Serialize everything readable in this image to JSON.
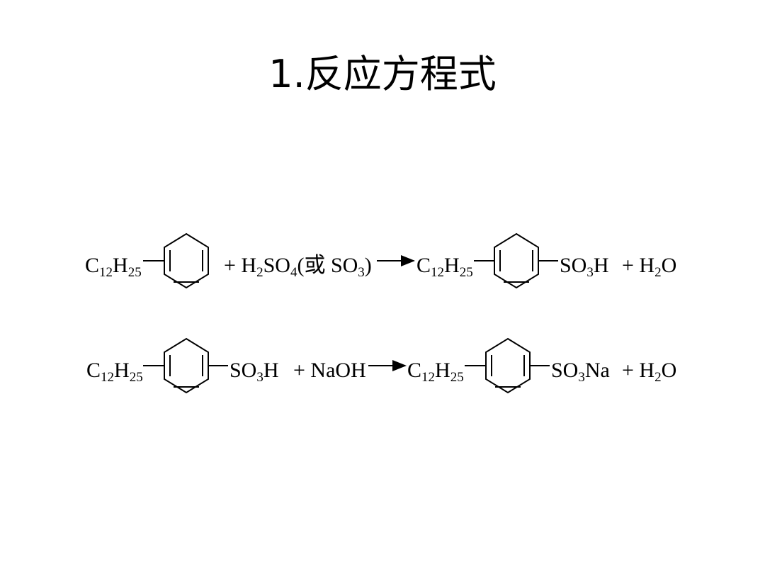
{
  "slide": {
    "title": "1.反应方程式"
  },
  "equations": [
    {
      "reactant1": {
        "alkyl": "C12H25",
        "substituent": ""
      },
      "reagent": "H2SO4(或 SO3)",
      "product": {
        "alkyl": "C12H25",
        "substituent": "SO3H"
      },
      "byproduct": "H2O"
    },
    {
      "reactant1": {
        "alkyl": "C12H25",
        "substituent": "SO3H"
      },
      "reagent": "NaOH",
      "product": {
        "alkyl": "C12H25",
        "substituent": "SO3Na"
      },
      "byproduct": "H2O"
    }
  ]
}
